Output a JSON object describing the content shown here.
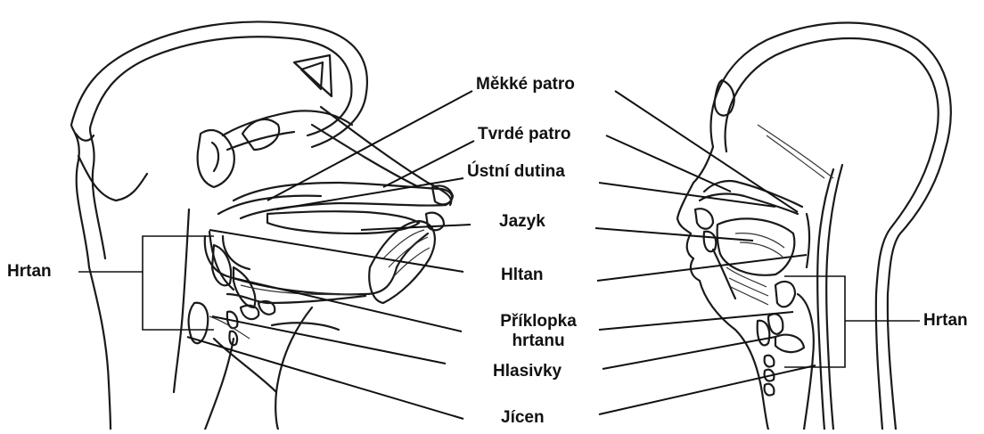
{
  "labels": {
    "soft_palate": "Měkké patro",
    "hard_palate": "Tvrdé patro",
    "oral_cavity": "Ústní dutina",
    "tongue": "Jazyk",
    "pharynx": "Hltan",
    "epiglottis_line1": "Příklopka",
    "epiglottis_line2": "hrtanu",
    "vocal_cords": "Hlasivky",
    "esophagus": "Jícen",
    "larynx_left": "Hrtan",
    "larynx_right": "Hrtan"
  },
  "colors": {
    "line": "#111111",
    "background": "#ffffff"
  }
}
